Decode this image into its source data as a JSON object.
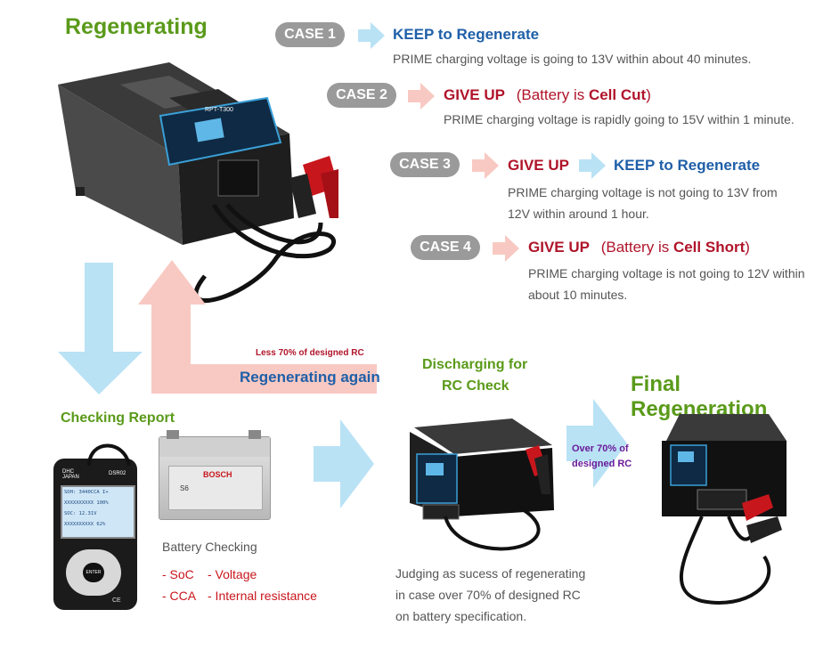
{
  "title_left": "Regenerating",
  "cases": [
    {
      "label": "CASE 1",
      "result_a": "KEEP to Regenerate",
      "desc": [
        "PRIME charging voltage is going to 13V within about 40 minutes."
      ]
    },
    {
      "label": "CASE 2",
      "result_a": "GIVE UP",
      "result_b_pre": "(Battery is ",
      "result_b_bold": "Cell Cut",
      "result_b_post": ")",
      "desc": [
        "PRIME charging voltage is rapidly going to 15V within 1 minute."
      ]
    },
    {
      "label": "CASE 3",
      "result_a": "GIVE UP",
      "result_c": "KEEP to Regenerate",
      "desc": [
        "PRIME charging voltage is not going to 13V  from",
        "12V within around 1 hour."
      ]
    },
    {
      "label": "CASE 4",
      "result_a": "GIVE UP",
      "result_b_pre": "(Battery is ",
      "result_b_bold": "Cell Short",
      "result_b_post": ")",
      "desc": [
        "PRIME charging voltage is not going to 12V within",
        "about 10 minutes."
      ]
    }
  ],
  "loop": {
    "less_label": "Less 70% of designed RC",
    "again_label": "Regenerating again"
  },
  "checking": {
    "title": "Checking Report",
    "battery_title": "Battery Checking",
    "items_col1": [
      "- SoC",
      "- CCA"
    ],
    "items_col2": [
      "- Voltage",
      "- Internal resistance"
    ],
    "device_brand": "DHC JAPAN",
    "device_model": "DSR02",
    "device_lcd": [
      "SOH:  3440CCA  I+",
      "XXXXXXXXXX 100%",
      "SOC:  12.31V",
      "XXXXXXXXXX  62%"
    ],
    "device_btn": "ENTER",
    "device_ce": "CE",
    "battery_brand": "BOSCH",
    "battery_code": "S6"
  },
  "discharging": {
    "title": [
      "Discharging for",
      "RC Check"
    ],
    "desc": [
      "Judging as sucess of regenerating",
      "in case over 70% of designed RC",
      "on battery specification."
    ]
  },
  "final": {
    "title": "Final Regeneration",
    "over_label": [
      "Over 70% of",
      "designed RC"
    ]
  },
  "machine_label": "RPT-T300",
  "colors": {
    "green": "#5a9a1a",
    "blue": "#1f5fa8",
    "red": "#b0142a",
    "pill": "#9a9a9a",
    "arrow_blue": "#b9e2f5",
    "arrow_pink": "#f8c9c2",
    "purple": "#6a1b9a"
  }
}
